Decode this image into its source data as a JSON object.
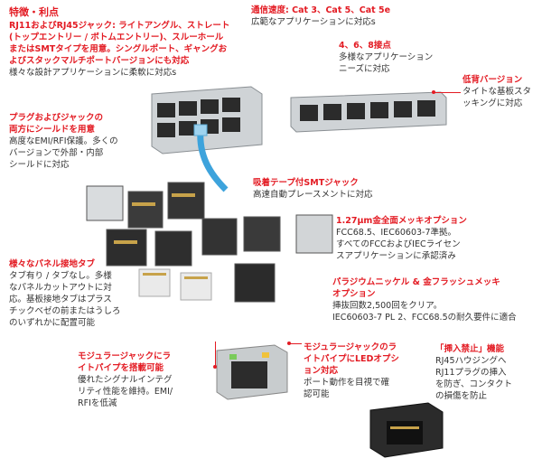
{
  "header": "特徴・利点",
  "accent": "#e31b23",
  "sections": {
    "rj11_rj45": {
      "title": [
        "RJ11およびRJ45ジャック: ライトアングル、ストレート",
        "(トップエントリー / ボトムエントリー)、スルーホール",
        "またはSMTタイプを用意。シングルポート、ギャングお",
        "よびスタックマルチポートバージョンにも対応"
      ],
      "body": [
        "様々な設計アプリケーションに柔軟に対応s"
      ]
    },
    "speed": {
      "title": [
        "通信速度: Cat 3、Cat 5、Cat 5e"
      ],
      "body": [
        "広範なアプリケーションに対応s"
      ]
    },
    "contacts": {
      "title": [
        "4、6、8接点"
      ],
      "body": [
        "多様なアプリケーション",
        "ニーズに対応"
      ]
    },
    "low_profile": {
      "title": [
        "低背バージョン"
      ],
      "body": [
        "タイトな基板スタ",
        "ッキングに対応"
      ]
    },
    "shield": {
      "title": [
        "プラグおよびジャックの",
        "両方にシールドを用意"
      ],
      "body": [
        "高度なEMI/RFI保護。多くの",
        "バージョンで外部・内部",
        "シールドに対応"
      ]
    },
    "tape": {
      "title": [
        "吸着テープ付SMTジャック"
      ],
      "body": [
        "高速自動プレースメントに対応"
      ]
    },
    "gold": {
      "title": [
        "1.27μm金全面メッキオプション"
      ],
      "body": [
        "FCC68.5、IEC60603-7準拠。",
        "すべてのFCCおよびIECライセン",
        "スアプリケーションに承認済み"
      ]
    },
    "panel": {
      "title": [
        "様々なパネル接地タブ"
      ],
      "body": [
        "タブ有り / タブなし。多様",
        "なパネルカットアウトに対",
        "応。基板接地タブはプラス",
        "チックベゼの前またはうしろ",
        "のいずれかに配置可能"
      ]
    },
    "palladium": {
      "title": [
        "パラジウムニッケル & 金フラッシュメッキ",
        "オプション"
      ],
      "body": [
        "挿抜回数2,500回をクリア。",
        "IEC60603-7 PL 2、FCC68.5の耐久要件に適合"
      ]
    },
    "lightpipe": {
      "title": [
        "モジュラージャックにラ",
        "イトパイプを搭載可能"
      ],
      "body": [
        "優れたシグナルインテグ",
        "リティ性能を維持。EMI/",
        "RFIを低減"
      ]
    },
    "led": {
      "title": [
        "モジュラージャックのラ",
        "イトパイプにLEDオプシ",
        "ョン対応"
      ],
      "body": [
        "ポート動作を目視で確",
        "認可能"
      ]
    },
    "nosnag": {
      "title": [
        "「挿入禁止」機能"
      ],
      "body": [
        "RJ45ハウジングへ",
        "RJ11プラグの挿入",
        "を防ぎ、コンタクト",
        "の損傷を防止"
      ]
    }
  }
}
